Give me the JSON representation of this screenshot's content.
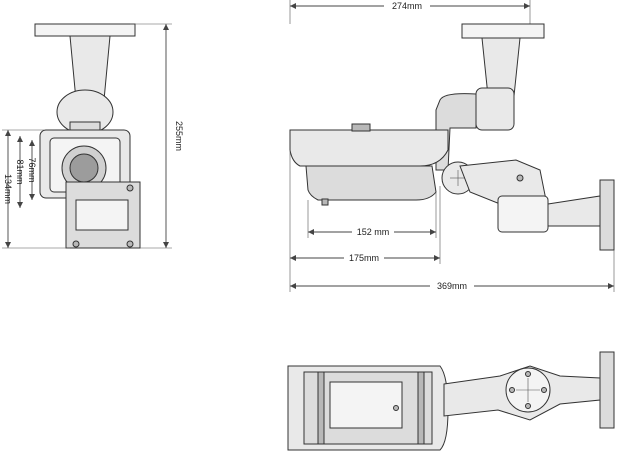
{
  "dimensions": {
    "top_width": "274mm",
    "side_height": "255mm",
    "front_81": "81mm",
    "front_76": "76mm",
    "front_134": "134mm",
    "width_152": "152 mm",
    "width_175": "175mm",
    "width_369": "369mm"
  },
  "colors": {
    "line": "#444444",
    "fill": "#e9e9e9",
    "shade": "#b8b8b8"
  }
}
